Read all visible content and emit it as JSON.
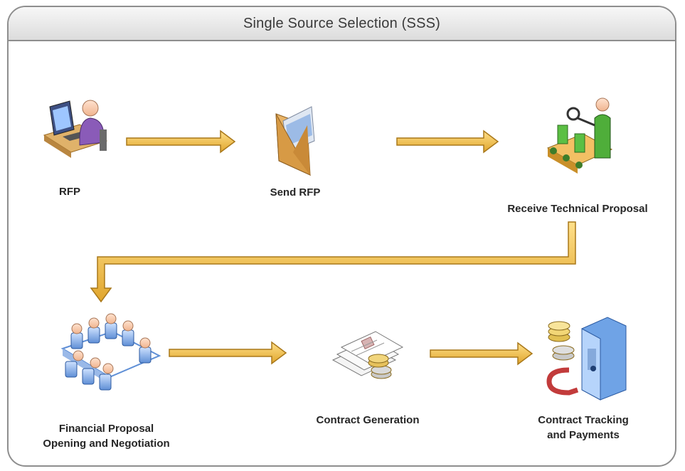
{
  "header": {
    "title": "Single Source Selection (SSS)"
  },
  "steps": [
    {
      "id": "rfp",
      "label": "RFP",
      "icon": "person-at-computer-icon"
    },
    {
      "id": "send-rfp",
      "label": "Send RFP",
      "icon": "envelope-icon"
    },
    {
      "id": "receive-technical-proposal",
      "label": "Receive Technical Proposal",
      "icon": "inspector-conveyor-icon"
    },
    {
      "id": "financial-proposal",
      "label_line1": "Financial Proposal",
      "label_line2": "Opening and Negotiation",
      "icon": "meeting-table-icon"
    },
    {
      "id": "contract-generation",
      "label": "Contract Generation",
      "icon": "documents-coins-icon"
    },
    {
      "id": "contract-tracking",
      "label_line1": "Contract Tracking",
      "label_line2": "and Payments",
      "icon": "safe-coins-icon"
    }
  ],
  "colors": {
    "arrow": "#f1b33a",
    "arrow_outline": "#a9781a",
    "header_border": "#8e8e8e"
  }
}
